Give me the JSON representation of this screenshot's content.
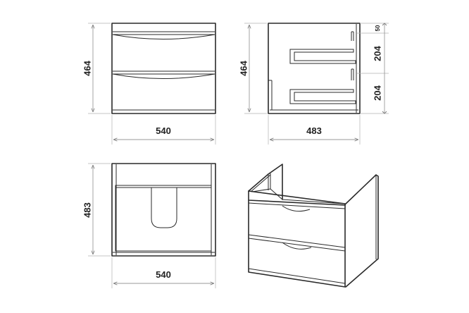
{
  "dimensions": {
    "front_height": "464",
    "front_width": "540",
    "side_height": "464",
    "side_depth": "483",
    "side_top_offset": "50",
    "side_drawer_1": "204",
    "side_drawer_2": "204",
    "top_depth": "483",
    "top_width": "540"
  },
  "colors": {
    "outline": "#2a2a2a",
    "dimension_line": "#9a9a9a",
    "background": "#ffffff"
  }
}
